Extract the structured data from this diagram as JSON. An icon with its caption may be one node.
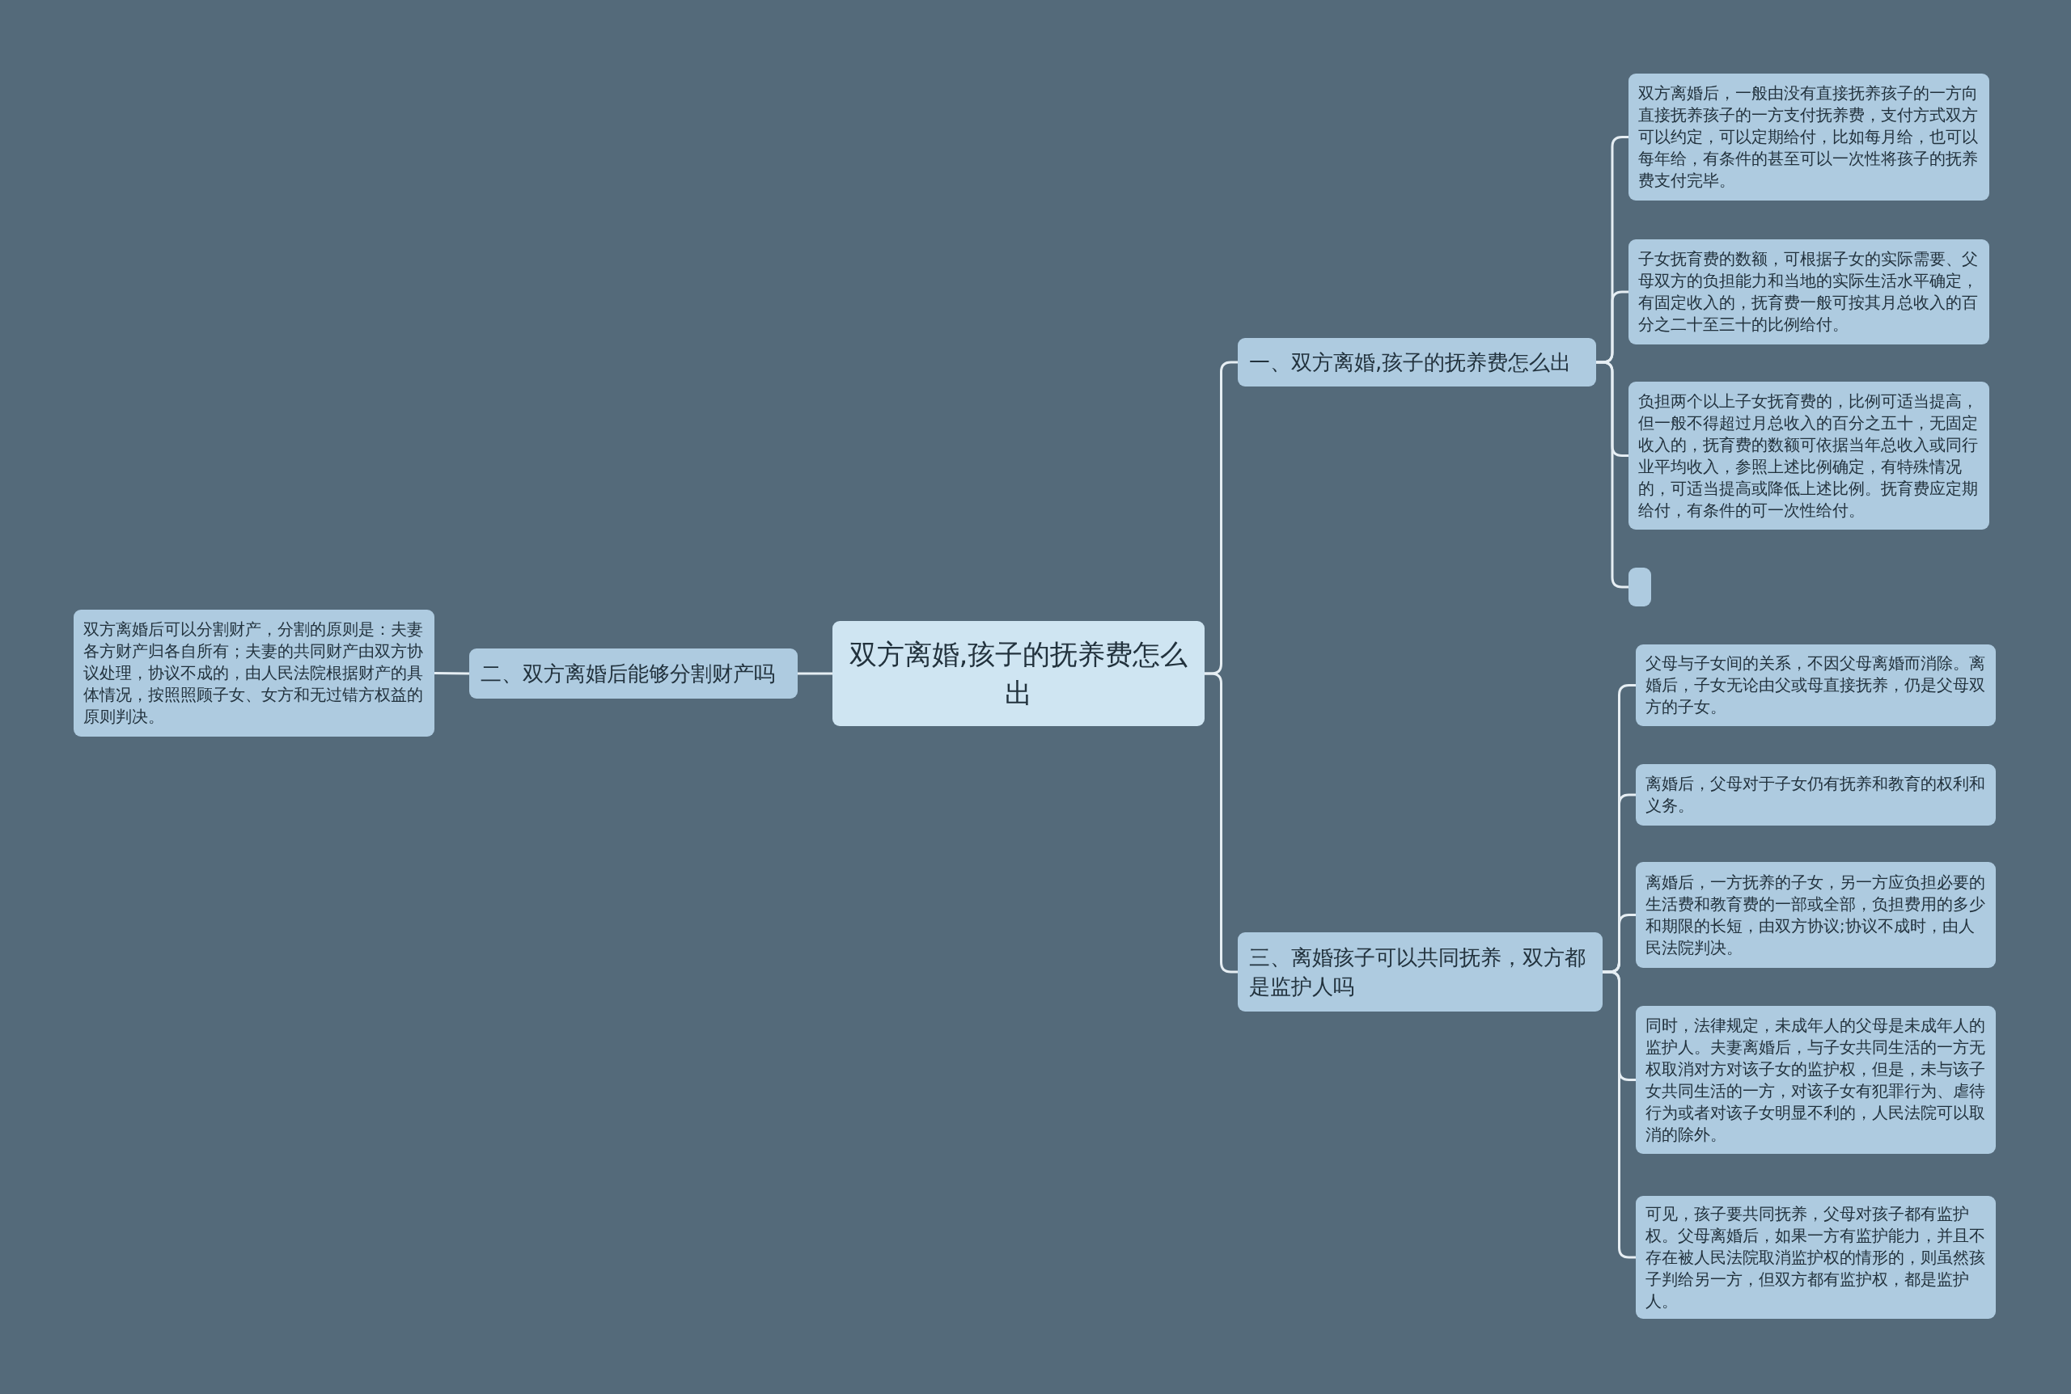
{
  "diagram": {
    "nodes": [
      {
        "text": [
          "双方离婚,孩子的抚养费怎么出"
        ]
      },
      {
        "text": [
          "一、双方离婚,孩子的抚养费怎么出"
        ]
      },
      {
        "text": [
          "二、双方离婚后能够分割财产吗"
        ]
      },
      {
        "text": [
          "三、离婚孩子可以共同抚养，双方都是监护人吗"
        ]
      },
      {
        "text": [
          "双方离婚后，一般由没有直接抚养孩子的一方向直接抚养孩子的一方支付抚养费，支付方式双方可以约定，可以定期给付，比如每月给，也可以每年给，有条件的甚至可以一次性将孩子的抚养费支付完毕。"
        ]
      },
      {
        "text": [
          "子女抚育费的数额，可根据子女的实际需要、父母双方的负担能力和当地的实际生活水平确定，有固定收入的，抚育费一般可按其月总收入的百分之二十至三十的比例给付。"
        ]
      },
      {
        "text": [
          "负担两个以上子女抚育费的，比例可适当提高，但一般不得超过月总收入的百分之五十，无固定收入的，抚育费的数额可依据当年总收入或同行业平均收入，参照上述比例确定，有特殊情况的，可适当提高或降低上述比例。抚育费应定期给付，有条件的可一次性给付。"
        ]
      },
      {
        "text": [],
        "shape": "box"
      },
      {
        "text": [
          "双方离婚后可以分割财产，分割的原则是：夫妻各方财产归各自所有；夫妻的共同财产由双方协议处理，协议不成的，由人民法院根据财产的具体情况，按照照顾子女、女方和无过错方权益的原则判决。"
        ]
      },
      {
        "text": [
          "父母与子女间的关系，不因父母离婚而消除。离婚后，子女无论由父或母直接抚养，仍是父母双方的子女。"
        ]
      },
      {
        "text": [
          "离婚后，父母对于子女仍有抚养和教育的权利和义务。"
        ]
      },
      {
        "text": [
          "离婚后，一方抚养的子女，另一方应负担必要的生活费和教育费的一部或全部，负担费用的多少和期限的长短，由双方协议;协议不成时，由人民法院判决。"
        ]
      },
      {
        "text": [
          "同时，法律规定，未成年人的父母是未成年人的监护人。夫妻离婚后，与子女共同生活的一方无权取消对方对该子女的监护权，但是，未与该子女共同生活的一方，对该子女有犯罪行为、虐待行为或者对该子女明显不利的，人民法院可以取消的除外。"
        ]
      },
      {
        "text": [
          "可见，孩子要共同抚养，父母对孩子都有监护权。父母离婚后，如果一方有监护能力，并且不存在被人民法院取消监护权的情形的，则虽然孩子判给另一方，但双方都有监护权，都是监护人。"
        ]
      }
    ],
    "edges": [
      {
        "from": 0,
        "to": 1,
        "arrow": "none"
      },
      {
        "from": 0,
        "to": 2,
        "arrow": "none"
      },
      {
        "from": 0,
        "to": 3,
        "arrow": "none"
      },
      {
        "from": 1,
        "to": 4,
        "arrow": "none"
      },
      {
        "from": 1,
        "to": 5,
        "arrow": "none"
      },
      {
        "from": 1,
        "to": 6,
        "arrow": "none"
      },
      {
        "from": 1,
        "to": 7,
        "arrow": "none"
      },
      {
        "from": 2,
        "to": 8,
        "arrow": "none"
      },
      {
        "from": 3,
        "to": 9,
        "arrow": "none"
      },
      {
        "from": 3,
        "to": 10,
        "arrow": "none"
      },
      {
        "from": 3,
        "to": 11,
        "arrow": "none"
      },
      {
        "from": 3,
        "to": 12,
        "arrow": "none"
      },
      {
        "from": 3,
        "to": 13,
        "arrow": "none"
      }
    ]
  }
}
